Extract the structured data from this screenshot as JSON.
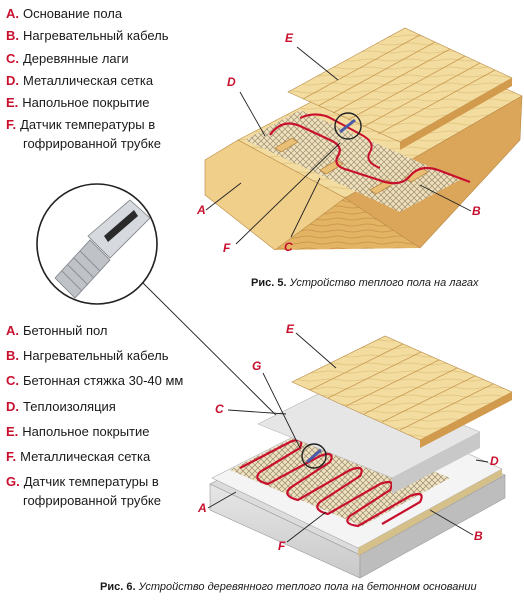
{
  "top_legend": [
    {
      "key": "A.",
      "text": "Основание пола"
    },
    {
      "key": "B.",
      "text": "Нагревательный кабель"
    },
    {
      "key": "C.",
      "text": "Деревянные лаги"
    },
    {
      "key": "D.",
      "text": "Металлическая сетка"
    },
    {
      "key": "E.",
      "text": "Напольное покрытие"
    },
    {
      "key": "F.",
      "text": "Датчик температуры в",
      "text2": "гофрированной трубке"
    }
  ],
  "bottom_legend": [
    {
      "key": "A.",
      "text": "Бетонный пол"
    },
    {
      "key": "B.",
      "text": "Нагревательный кабель"
    },
    {
      "key": "C.",
      "text": "Бетонная стяжка 30-40 мм"
    },
    {
      "key": "D.",
      "text": "Теплоизоляция"
    },
    {
      "key": "E.",
      "text": "Напольное покрытие"
    },
    {
      "key": "F.",
      "text": "Металлическая сетка"
    },
    {
      "key": "G.",
      "text": "Датчик температуры в",
      "text2": "гофрированной трубке"
    }
  ],
  "figure5": {
    "labels": {
      "A": "A",
      "B": "B",
      "C": "C",
      "D": "D",
      "E": "E",
      "F": "F"
    },
    "caption_prefix": "Рис. 5.",
    "caption_text": "Устройство теплого пола",
    "caption_suffix": "на лагах"
  },
  "figure6": {
    "labels": {
      "A": "A",
      "B": "B",
      "C": "C",
      "D": "D",
      "E": "E",
      "F": "F",
      "G": "G"
    },
    "caption_prefix": "Рис. 6.",
    "caption_text": "Устройство деревянного теплого пола на бетонном",
    "caption_suffix": "основании"
  },
  "colors": {
    "label_red": "#c8102e",
    "wood_light": "#f3dca0",
    "wood_side": "#d9a95a",
    "cable": "#c8102e",
    "mesh": "#9a8a70",
    "concrete": "#d8d8d8",
    "insulation": "#f0f0f0"
  }
}
